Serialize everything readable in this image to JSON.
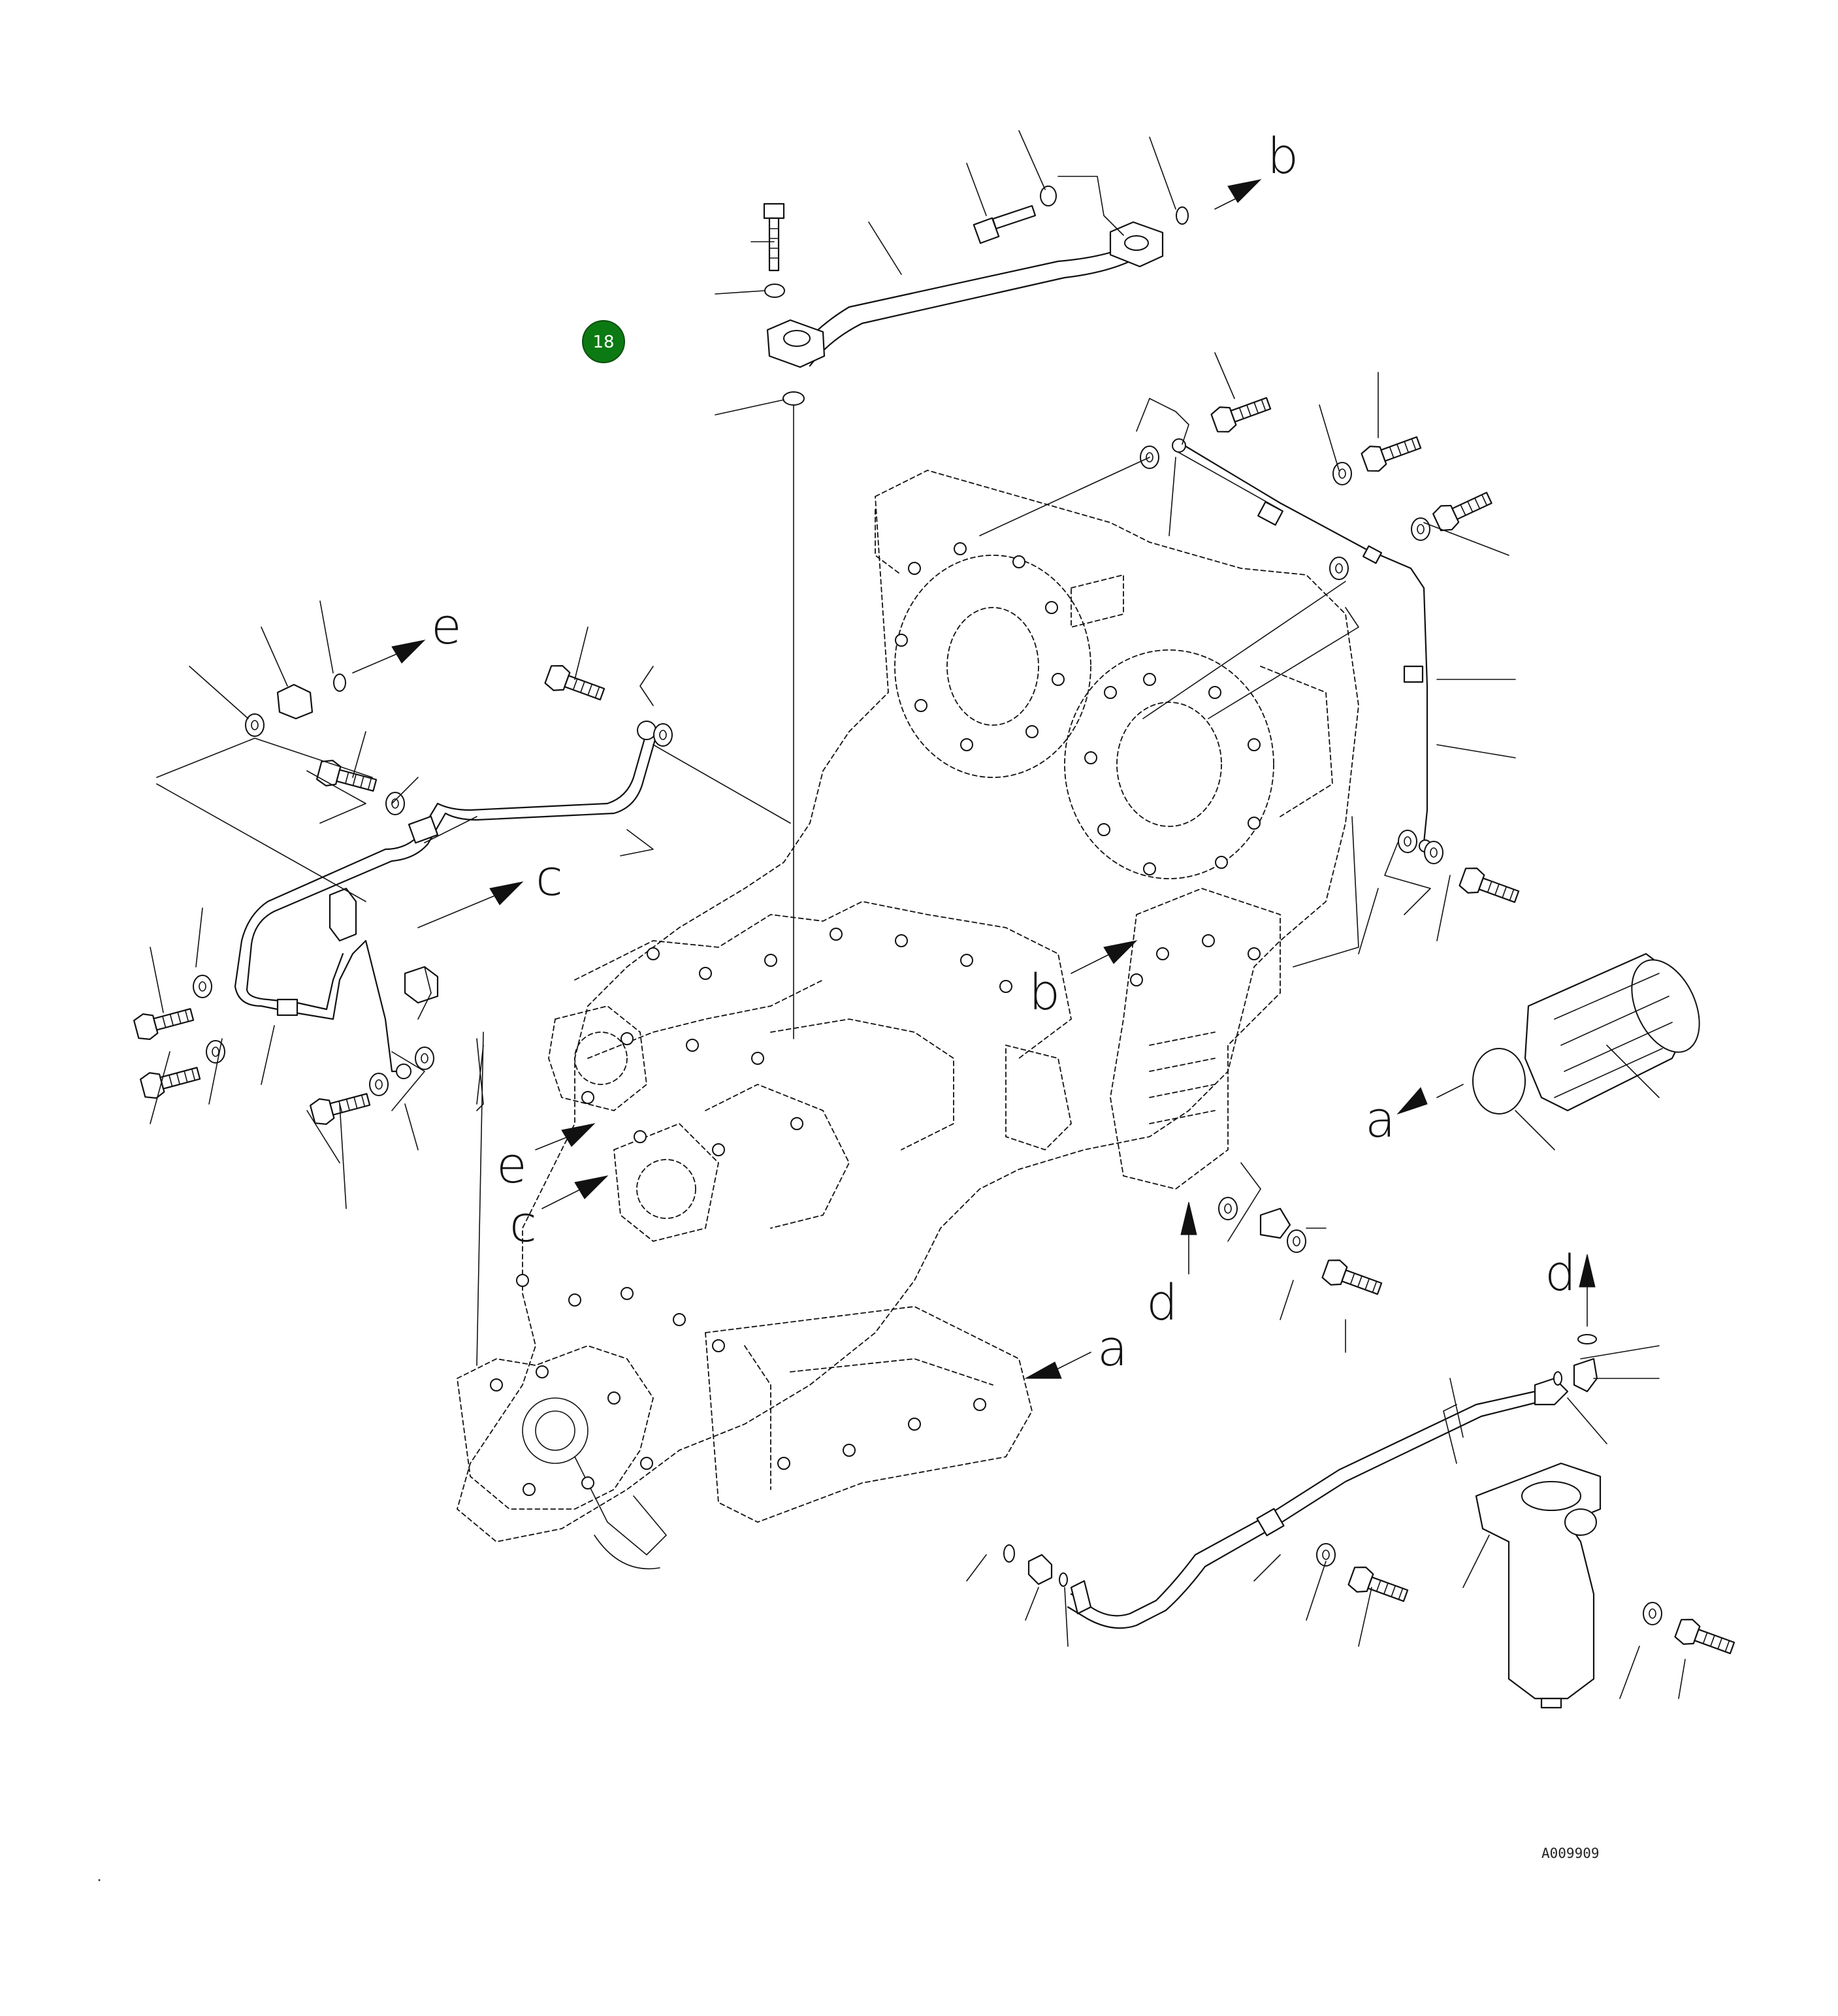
{
  "callout": {
    "number": "18",
    "fill_color": "#0c7a12",
    "text_color": "#ffffff"
  },
  "reference_letters": [
    {
      "id": "b-top",
      "text": "b"
    },
    {
      "id": "b-mid",
      "text": "b"
    },
    {
      "id": "e-top",
      "text": "e"
    },
    {
      "id": "e-mid",
      "text": "e"
    },
    {
      "id": "c-top",
      "text": "c"
    },
    {
      "id": "c-mid",
      "text": "c"
    },
    {
      "id": "a-right",
      "text": "a"
    },
    {
      "id": "a-mid",
      "text": "a"
    },
    {
      "id": "d-mid",
      "text": "d"
    },
    {
      "id": "d-right",
      "text": "d"
    }
  ],
  "drawing_code": "A009909",
  "colors": {
    "line": "#111111",
    "background": "#ffffff"
  }
}
